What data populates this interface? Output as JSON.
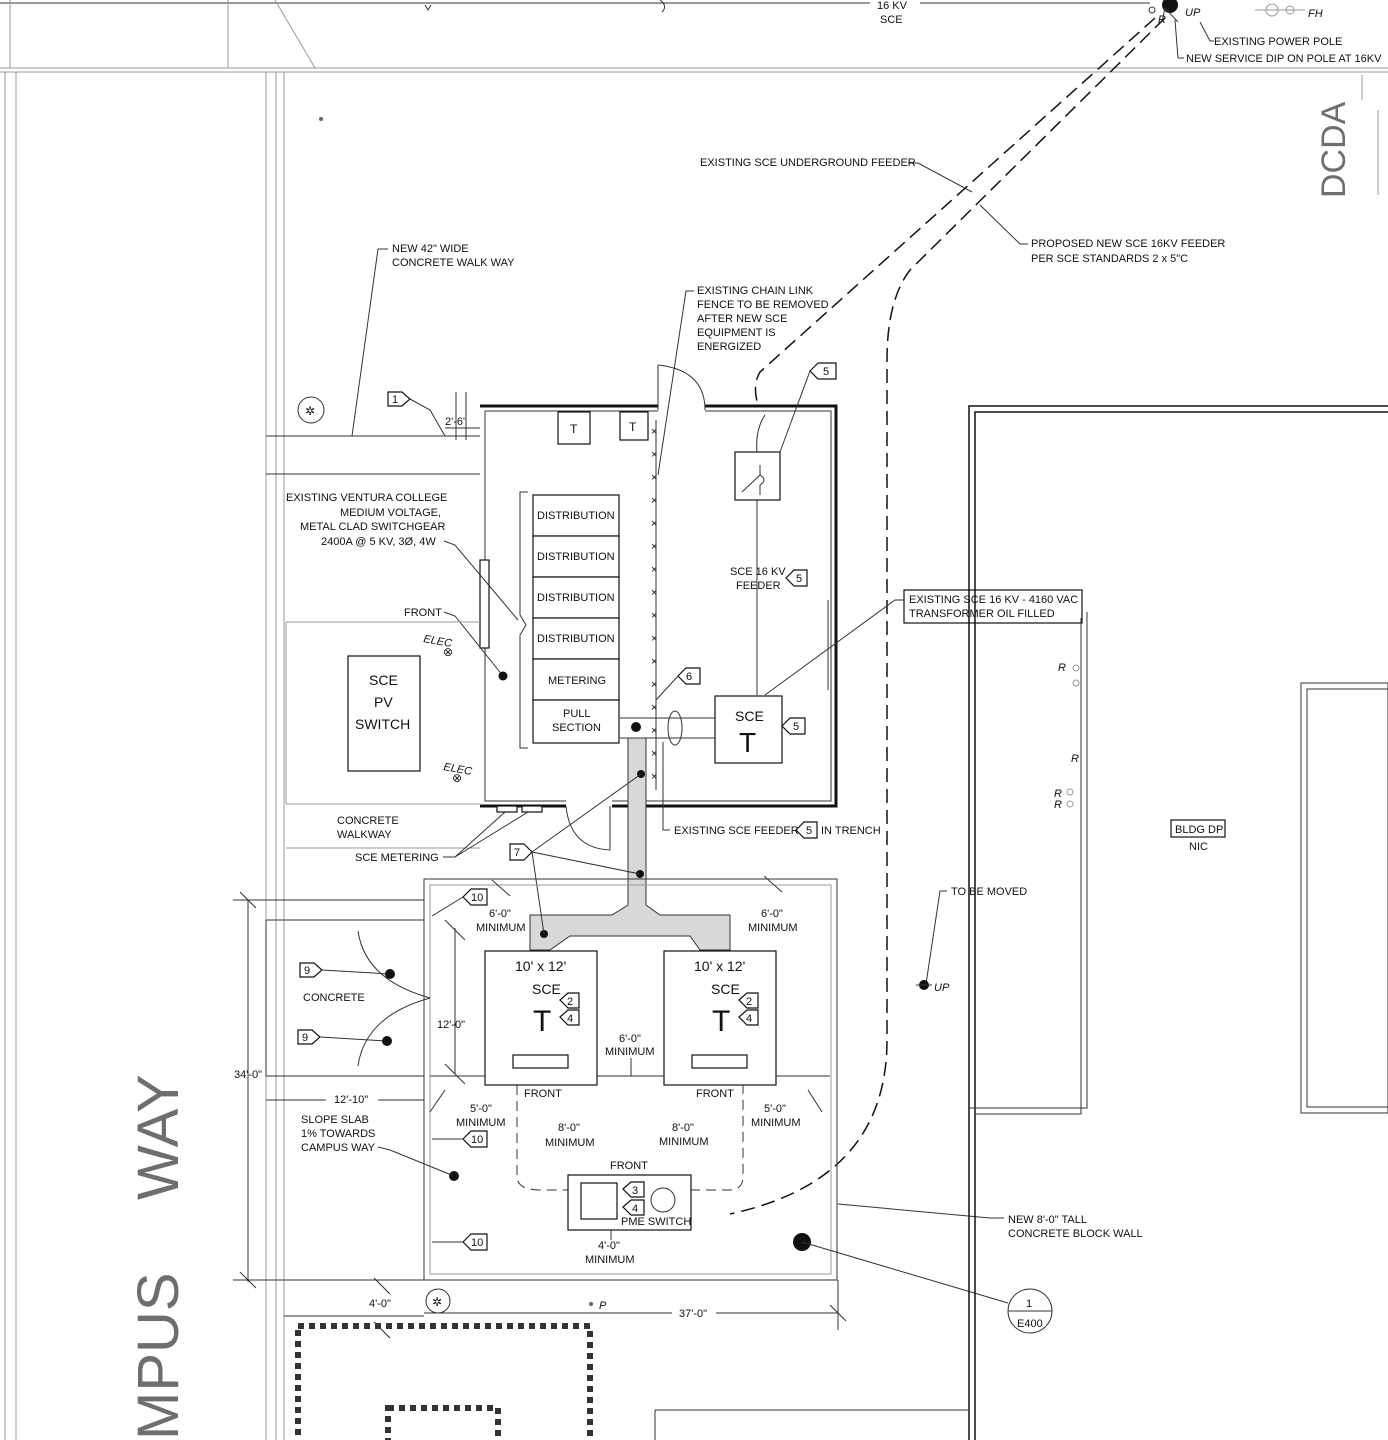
{
  "top": {
    "kv_16": "16 KV",
    "sce": "SCE",
    "up": "UP",
    "fh": "FH",
    "r": "R",
    "existing_power_pole": "EXISTING POWER POLE",
    "new_service_dip": "NEW SERVICE DIP ON POLE AT 16KV"
  },
  "dcda": "DCDA",
  "notes": {
    "existing_underground_feeder": "EXISTING SCE UNDERGROUND FEEDER",
    "proposed_feeder_1": "PROPOSED NEW SCE 16KV FEEDER",
    "proposed_feeder_2": "PER SCE STANDARDS 2 x 5\"C",
    "walkway_1": "NEW 42\" WIDE",
    "walkway_2": "CONCRETE WALK WAY",
    "fence_1": "EXISTING CHAIN LINK",
    "fence_2": "FENCE TO BE REMOVED",
    "fence_3": "AFTER NEW SCE",
    "fence_4": "EQUIPMENT IS",
    "fence_5": "ENERGIZED",
    "switchgear_1": "EXISTING VENTURA COLLEGE",
    "switchgear_2": "MEDIUM VOLTAGE,",
    "switchgear_3": "METAL CLAD SWITCHGEAR",
    "switchgear_4": "2400A @ 5 KV, 3Ø, 4W",
    "front": "FRONT",
    "elec": "ELEC",
    "sce_pv_1": "SCE",
    "sce_pv_2": "PV",
    "sce_pv_3": "SWITCH",
    "concrete_walkway_1": "CONCRETE",
    "concrete_walkway_2": "WALKWAY",
    "sce_metering": "SCE METERING",
    "sce_16kv_feeder_1": "SCE 16 KV",
    "sce_16kv_feeder_2": "FEEDER",
    "xfmr_1": "EXISTING SCE 16 KV - 4160 VAC",
    "xfmr_2": "TRANSFORMER OIL FILLED",
    "existing_feeder_trench_a": "EXISTING SCE FEEDER",
    "existing_feeder_trench_b": "IN TRENCH",
    "to_be_moved": "TO BE MOVED",
    "bldg_dp": "BLDG DP",
    "nic": "NIC",
    "concrete": "CONCRETE",
    "slope_1": "SLOPE SLAB",
    "slope_2": "1% TOWARDS",
    "slope_3": "CAMPUS WAY",
    "block_wall_1": "NEW 8'-0\" TALL",
    "block_wall_2": "CONCRETE BLOCK WALL",
    "pme_switch": "PME SWITCH",
    "p": "P",
    "t": "T"
  },
  "switchgear_sections": [
    "DISTRIBUTION",
    "DISTRIBUTION",
    "DISTRIBUTION",
    "DISTRIBUTION",
    "METERING",
    "PULL",
    "SECTION"
  ],
  "transformers": {
    "size": "10' x 12'",
    "sce": "SCE",
    "t": "T"
  },
  "dims": {
    "d2_6": "2'-6\"",
    "d6_0": "6'-0\"",
    "minimum": "MINIMUM",
    "d12_0": "12'-0\"",
    "d34_0": "34'-0\"",
    "d12_10": "12'-10\"",
    "d5_0": "5'-0\"",
    "d8_0": "8'-0\"",
    "d4_0": "4'-0\"",
    "d37_0": "37'-0\""
  },
  "tags": {
    "t1": "1",
    "t2": "2",
    "t3": "3",
    "t4": "4",
    "t5": "5",
    "t6": "6",
    "t7": "7",
    "t9": "9",
    "t10": "10"
  },
  "section_callout": {
    "num": "1",
    "sheet": "E400"
  },
  "street": {
    "way": "WAY",
    "campus": "MPUS"
  }
}
